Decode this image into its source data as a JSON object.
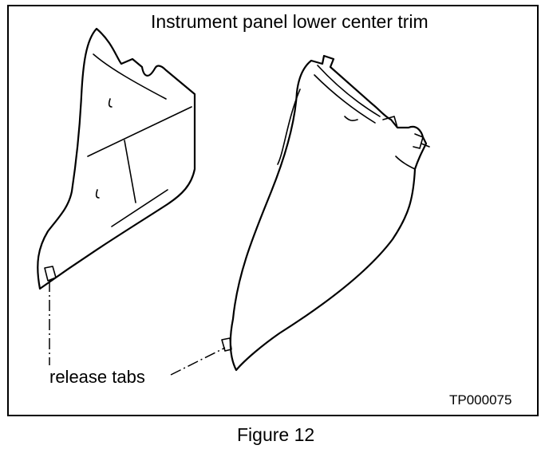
{
  "title": "Instrument panel lower center trim",
  "callout": "release tabs",
  "figure_id": "TP000075",
  "caption": "Figure 12"
}
